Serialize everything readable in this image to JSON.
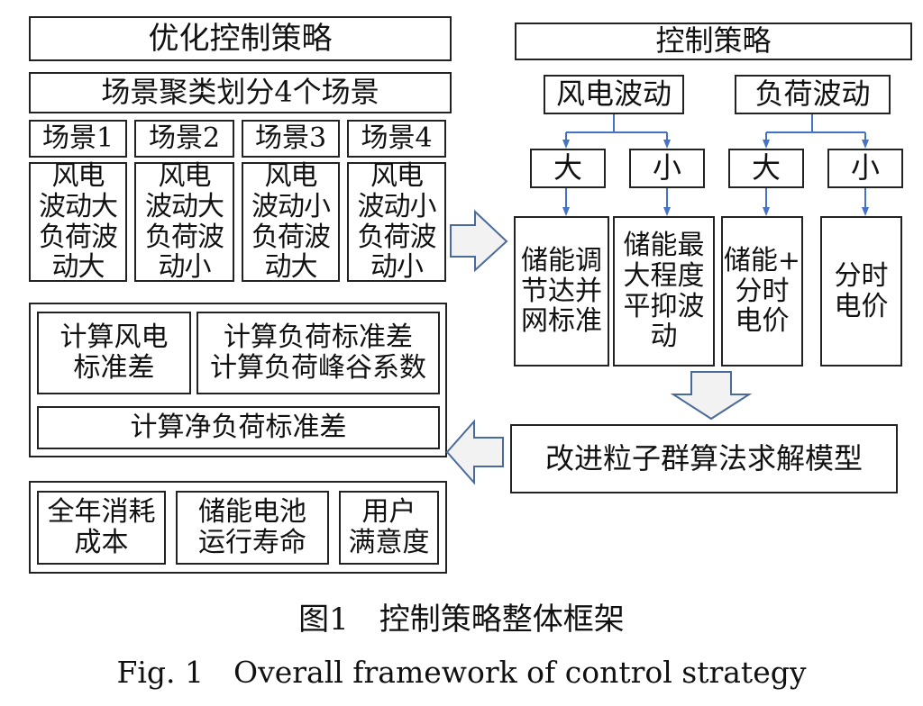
{
  "left": {
    "title": "优化控制策略",
    "cluster": "场景聚类划分4个场景",
    "scenarios": [
      {
        "label": "场景1",
        "desc": "风电\n波动大\n负荷波\n动大"
      },
      {
        "label": "场景2",
        "desc": "风电\n波动大\n负荷波\n动小"
      },
      {
        "label": "场景3",
        "desc": "风电\n波动小\n负荷波\n动大"
      },
      {
        "label": "场景4",
        "desc": "风电\n波动小\n负荷波\n动小"
      }
    ],
    "calc_wind": "计算风电\n标准差",
    "calc_load": "计算负荷标准差\n计算负荷峰谷系数",
    "calc_net": "计算净负荷标准差",
    "objectives": [
      "全年消耗\n成本",
      "储能电池\n运行寿命",
      "用户\n满意度"
    ]
  },
  "right": {
    "title": "控制策略",
    "wind": "风电波动",
    "load": "负荷波动",
    "levels": [
      "大",
      "小",
      "大",
      "小"
    ],
    "actions": [
      "储能调\n节达并\n网标准",
      "储能最\n大程度\n平抑波\n动",
      "储能+\n分时\n电价",
      "分时\n电价"
    ],
    "solver": "改进粒子群算法求解模型"
  },
  "caption": {
    "zh": "图1　控制策略整体框架",
    "en": "Fig. 1　Overall framework of control strategy"
  },
  "colors": {
    "connector": "#4472C4",
    "arrow_fill": "#f2f2f2",
    "border": "#222222"
  }
}
